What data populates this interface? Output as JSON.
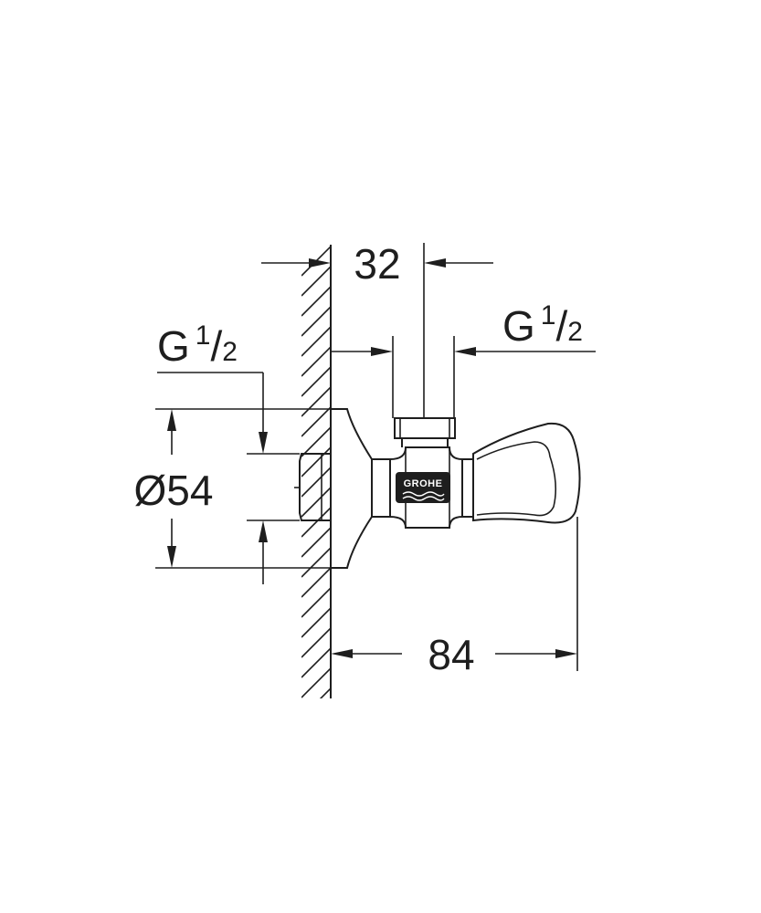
{
  "dimensions": {
    "top_width": "32",
    "length": "84",
    "flange_diameter": "Ø54",
    "inlet_thread": {
      "letter": "G",
      "numerator": "1",
      "slash": "/",
      "denominator": "2"
    },
    "outlet_thread": {
      "letter": "G",
      "numerator": "1",
      "slash": "/",
      "denominator": "2"
    }
  },
  "logo": {
    "text": "GROHE"
  },
  "colors": {
    "line": "#1e1e1e",
    "background": "#ffffff"
  }
}
